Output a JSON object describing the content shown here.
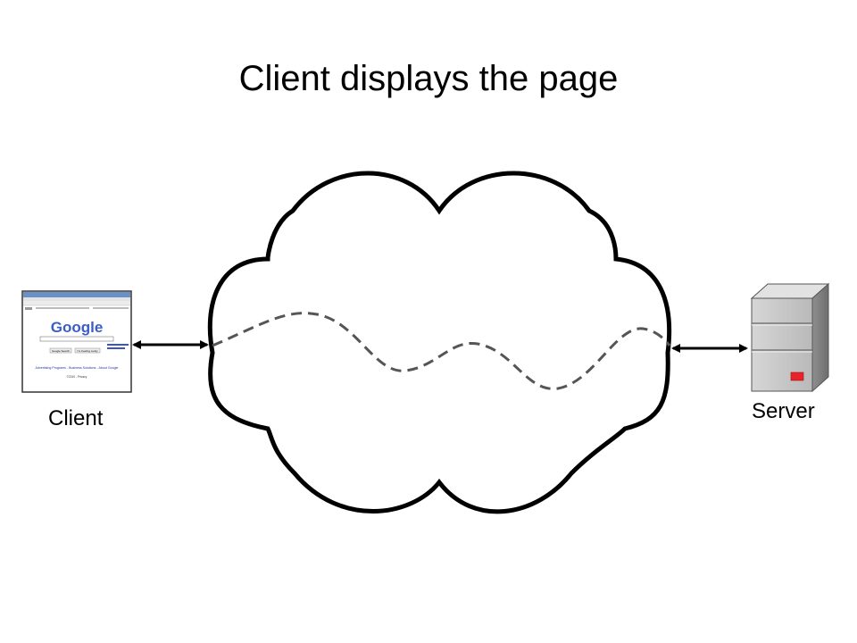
{
  "slide": {
    "title": "Client displays the page"
  },
  "nodes": {
    "client_label": "Client",
    "server_label": "Server"
  },
  "browser_thumbnail": {
    "logo": "Google",
    "search_button": "Google Search",
    "lucky_button": "I'm Feeling Lucky",
    "footer_links": "Advertising Programs - Business Solutions - About Google",
    "copyright": "©2010 - Privacy"
  },
  "icons": {
    "client": "browser-window-icon",
    "server": "server-tower-icon",
    "network": "cloud-icon"
  },
  "colors": {
    "cloud_stroke": "#000000",
    "path_dash": "#555555",
    "server_light": "#e8242a",
    "server_body": "#c8c8c8"
  }
}
